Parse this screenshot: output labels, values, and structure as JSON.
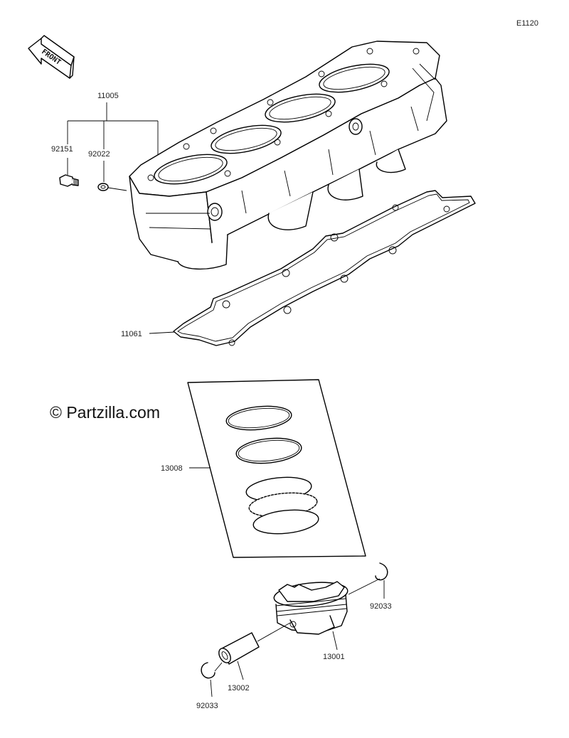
{
  "diagram": {
    "code": "E1120",
    "front_label": "FRONT",
    "watermark": "© Partzilla.com",
    "callouts": {
      "cylinder_block": "11005",
      "bolt": "92151",
      "washer": "92022",
      "base_gasket": "11061",
      "ring_set": "13008",
      "circlip_right": "92033",
      "piston": "13001",
      "piston_pin": "13002",
      "circlip_left": "92033"
    }
  }
}
